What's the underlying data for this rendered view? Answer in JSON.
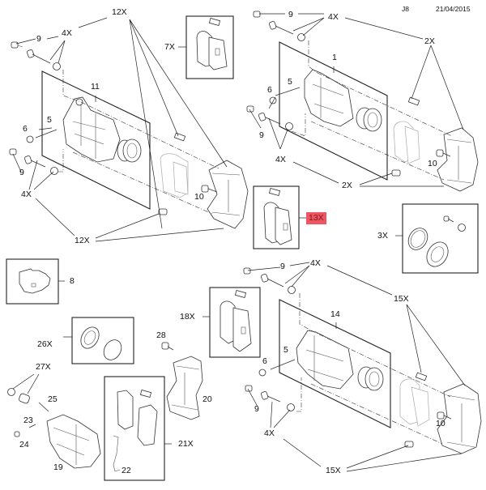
{
  "header": {
    "code": "J8",
    "date": "21/04/2015"
  },
  "accent": {
    "highlight": "#ee5560"
  },
  "callouts": {
    "c12x_top": "12X",
    "c9_tl": "9",
    "c4x_tl": "4X",
    "c11": "11",
    "c5_l": "5",
    "c6_l": "6",
    "c9_ml": "9",
    "c4x_ml": "4X",
    "c10_l": "10",
    "c12x_bot": "12X",
    "c7x": "7X",
    "c13x": "13X",
    "c9_tr": "9",
    "c4x_tr": "4X",
    "c2x_tr": "2X",
    "c1": "1",
    "c5_r": "5",
    "c6_r": "6",
    "c9_mr": "9",
    "c4x_mr": "4X",
    "c10_r": "10",
    "c2x_mid": "2X",
    "c3x": "3X",
    "c8": "8",
    "c18x": "18X",
    "c26x": "26X",
    "c28": "28",
    "c27x": "27X",
    "c25": "25",
    "c23": "23",
    "c24": "24",
    "c19": "19",
    "c20": "20",
    "c21x": "21X",
    "c22": "22",
    "c9_br": "9",
    "c4x_br": "4X",
    "c14": "14",
    "c5_br": "5",
    "c6_br": "6",
    "c9_br2": "9",
    "c4x_br2": "4X",
    "c15x_r": "15X",
    "c10_br": "10",
    "c15x_bot": "15X"
  }
}
